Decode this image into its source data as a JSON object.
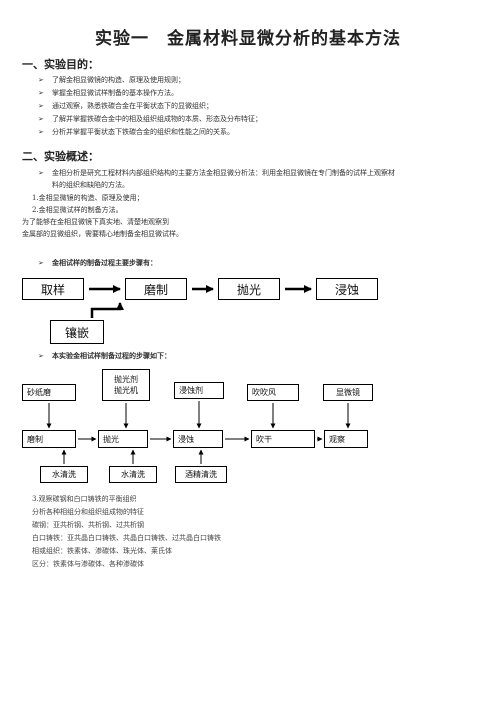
{
  "title": "实验一　金属材料显微分析的基本方法",
  "section1": {
    "heading": "一、实验目的：",
    "bullet_mark": "➢",
    "items": [
      "了解金相显微镜的构造、原理及使用规则；",
      "掌握金相显微试样制备的基本操作方法。",
      "通过观察，熟悉铁碳合金在平衡状态下的显微组织；",
      "了解并掌握铁碳合金中的相及组织组成物的本质、形态及分布特征；",
      "分析并掌握平衡状态下铁碳合金的组织和性能之间的关系。"
    ]
  },
  "section2": {
    "heading": "二、实验概述：",
    "bullet_mark": "➢",
    "intro_line1": "金相分析是研究工程材料内部组织结构的主要方法金相显微分析法：利用金相显微镜在专门制备的试样上观察材",
    "intro_line2": "料的组织和缺陷的方法。",
    "sub1": "1.金相显微镜的构造、原理及使用；",
    "sub2": "2.金相显微试样的制备方法。",
    "note1": "为了能够在金相显微镜下真实地、清楚地观察到",
    "note2": "金属部的显微组织，需要精心地制备金相显微试样。"
  },
  "flow1": {
    "label": "金相试样的制备过程主要步骤有：",
    "steps": [
      "取样",
      "磨制",
      "抛光",
      "浸蚀"
    ],
    "extra": "镶嵌"
  },
  "flow2": {
    "label": "本实验金相试样制备过程的步骤如下：",
    "top": [
      "砂纸磨",
      "抛光剂\n抛光机",
      "浸蚀剂",
      "吹吹风",
      "显微镜"
    ],
    "top_line1": "抛光剂",
    "top_line2": "抛光机",
    "middle": [
      "磨制",
      "抛光",
      "浸蚀",
      "吹干",
      "观察"
    ],
    "bottom": [
      "水清洗",
      "水清洗",
      "酒精清洗"
    ]
  },
  "section3": {
    "heading": "3.观察碳钢和白口铸铁的平衡组织",
    "lines": [
      "分析各种相组分和组织组成物的特征",
      "碳钢：亚共析钢、共析钢、过共析钢",
      "白口铸铁：亚共晶白口铸铁、共晶白口铸铁、过共晶白口铸铁",
      "相或组织：铁素体、渗碳体、珠光体、莱氏体",
      "区分：铁素体与渗碳体、各种渗碳体"
    ]
  }
}
